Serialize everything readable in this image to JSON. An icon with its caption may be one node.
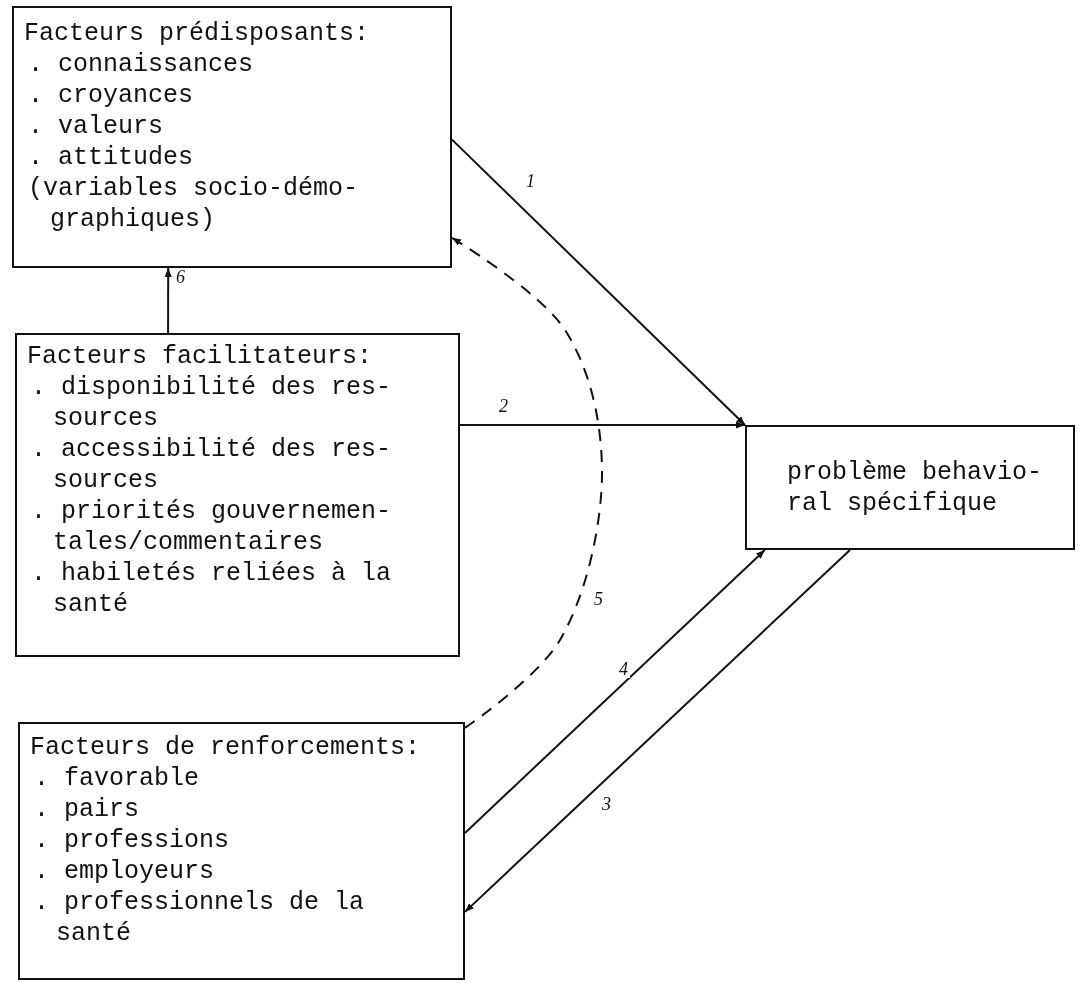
{
  "diagram": {
    "nodes": [
      {
        "text": [
          "Facteurs prédisposants:",
          ". connaissances",
          ". croyances",
          ". valeurs",
          ". attitudes",
          "(variables socio-démo- graphiques)"
        ]
      },
      {
        "text": [
          "Facteurs facilitateurs:",
          ". disponibilité des res- sources",
          ". accessibilité des res- sources",
          ". priorités gouvernemen- tales/commentaires",
          ". habiletés reliées à la santé"
        ]
      },
      {
        "text": [
          "Facteurs de renforcements:",
          ". favorable",
          ". pairs",
          ". professions",
          ". employeurs",
          ". professionnels de la santé"
        ]
      },
      {
        "text": [
          "problème behavio- ral spécifique"
        ]
      }
    ],
    "edges": [
      {
        "from": 0,
        "to": 3,
        "arrow": "to",
        "label": "1"
      },
      {
        "from": 1,
        "to": 3,
        "arrow": "to",
        "label": "2"
      },
      {
        "from": 3,
        "to": 2,
        "arrow": "to",
        "label": "3"
      },
      {
        "from": 2,
        "to": 3,
        "arrow": "to",
        "label": "4"
      },
      {
        "from": 2,
        "to": 0,
        "arrow": "to",
        "label": "5",
        "style": "dashed"
      },
      {
        "from": 1,
        "to": 0,
        "arrow": "to",
        "label": "6"
      }
    ]
  }
}
